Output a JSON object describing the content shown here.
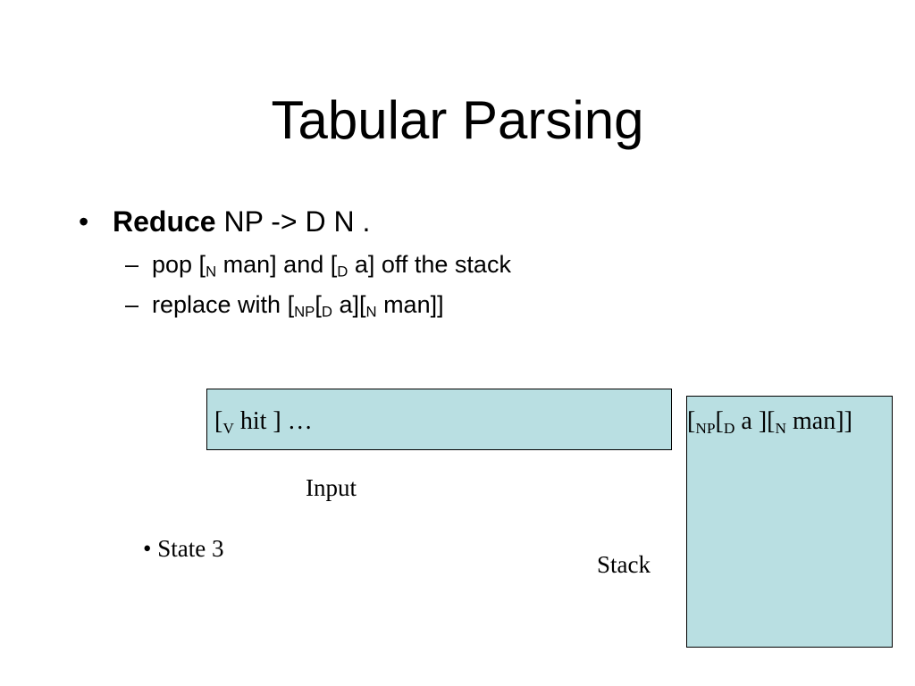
{
  "title": "Tabular Parsing",
  "bullet": {
    "marker": "•",
    "keyword": "Reduce",
    "rule": "NP -> D N ."
  },
  "subs": {
    "marker": "–",
    "pop": {
      "t1": "pop [",
      "s1": "N",
      "t2": " man] and [",
      "s2": "D",
      "t3": " a] off the stack"
    },
    "replace": {
      "t1": "replace with [",
      "s1": "NP",
      "t2": "[",
      "s2": "D",
      "t3": " a][",
      "s3": "N",
      "t4": " man]]"
    }
  },
  "input_box": {
    "t1": "[",
    "s1": "V",
    "t2": " hit ] …"
  },
  "stack_box": {
    "t1": "[",
    "s1": "NP",
    "t2": "[",
    "s2": "D",
    "t3": " a ][",
    "s3": "N",
    "t4": " man]]"
  },
  "labels": {
    "input": "Input",
    "state": "• State 3",
    "stack": "Stack"
  },
  "colors": {
    "box_fill": "#b9dfe2",
    "box_border": "#000000",
    "text": "#000000",
    "background": "#ffffff"
  }
}
